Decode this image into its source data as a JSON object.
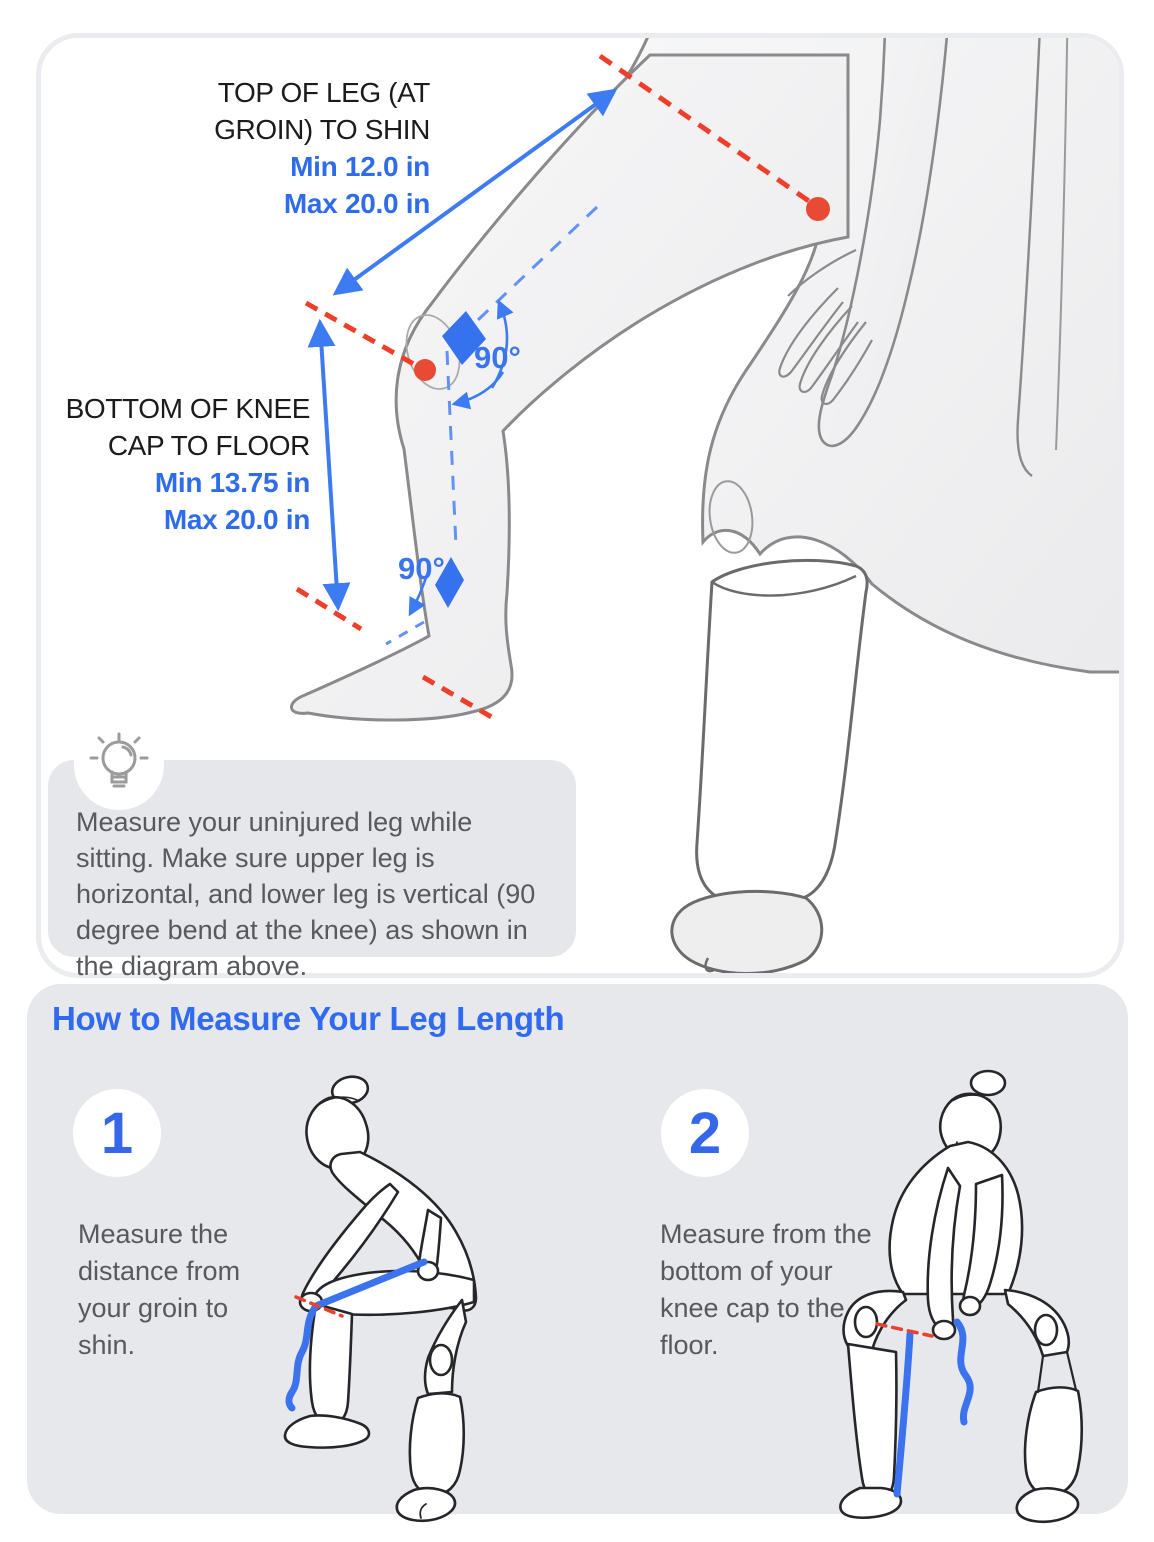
{
  "diagram": {
    "measurement_groin": {
      "title_line1": "TOP OF LEG (AT",
      "title_line2": "GROIN) TO SHIN",
      "min": "Min 12.0 in",
      "max": "Max 20.0 in"
    },
    "measurement_knee": {
      "title_line1": "BOTTOM OF KNEE",
      "title_line2": "CAP TO FLOOR",
      "min": "Min 13.75 in",
      "max": "Max 20.0 in"
    },
    "angle_knee": "90°",
    "angle_ankle": "90°"
  },
  "tip": {
    "icon": "lightbulb-icon",
    "text": "Measure your uninjured leg while sitting. Make sure upper leg is horizontal, and lower leg is vertical (90 degree bend at the knee) as shown in the diagram above."
  },
  "how_to": {
    "heading": "How to Measure Your Leg Length",
    "steps": [
      {
        "number": "1",
        "text": "Measure the distance from your groin to shin."
      },
      {
        "number": "2",
        "text": "Measure from the bottom of your knee cap to the floor."
      }
    ]
  },
  "colors": {
    "accent_blue_text": "#2e6cea",
    "accent_blue_line": "#3d7bf2",
    "alert_red": "#e8432e",
    "panel_gray": "#e7e8eb",
    "body_gray": "#f2f2f4",
    "text_gray": "#58595c",
    "label_black": "#1b1b1d"
  }
}
